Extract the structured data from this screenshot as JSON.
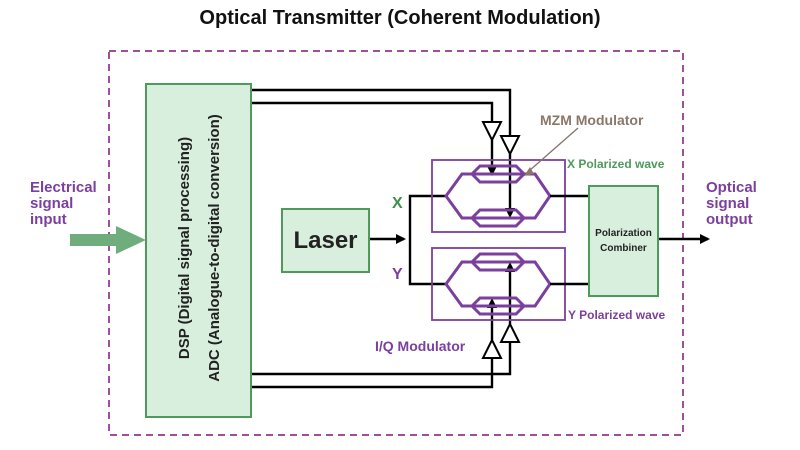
{
  "title": "Optical Transmitter (Coherent Modulation)",
  "input_label": "Electrical signal input",
  "output_label": "Optical signal output",
  "dsp_label": "DSP (Digital signal processing)",
  "adc_label": "ADC (Analogue-to-digital conversion)",
  "laser_label": "Laser",
  "x_label": "X",
  "y_label": "Y",
  "mzm_label": "MZM Modulator",
  "x_wave_label": "X Polarized wave",
  "y_wave_label": "Y Polarized wave",
  "combiner_label": "Polarization Combiner",
  "iq_label": "I/Q Modulator",
  "colors": {
    "purple": "#7b3f9e",
    "green_fill": "#d9efdd",
    "green_border": "#4e9a5a",
    "green_arrow": "#6fae7c",
    "frame_dash": "#a0509a",
    "x_green": "#3f8f4a",
    "mzm_text": "#8a7768",
    "line": "#000000"
  }
}
